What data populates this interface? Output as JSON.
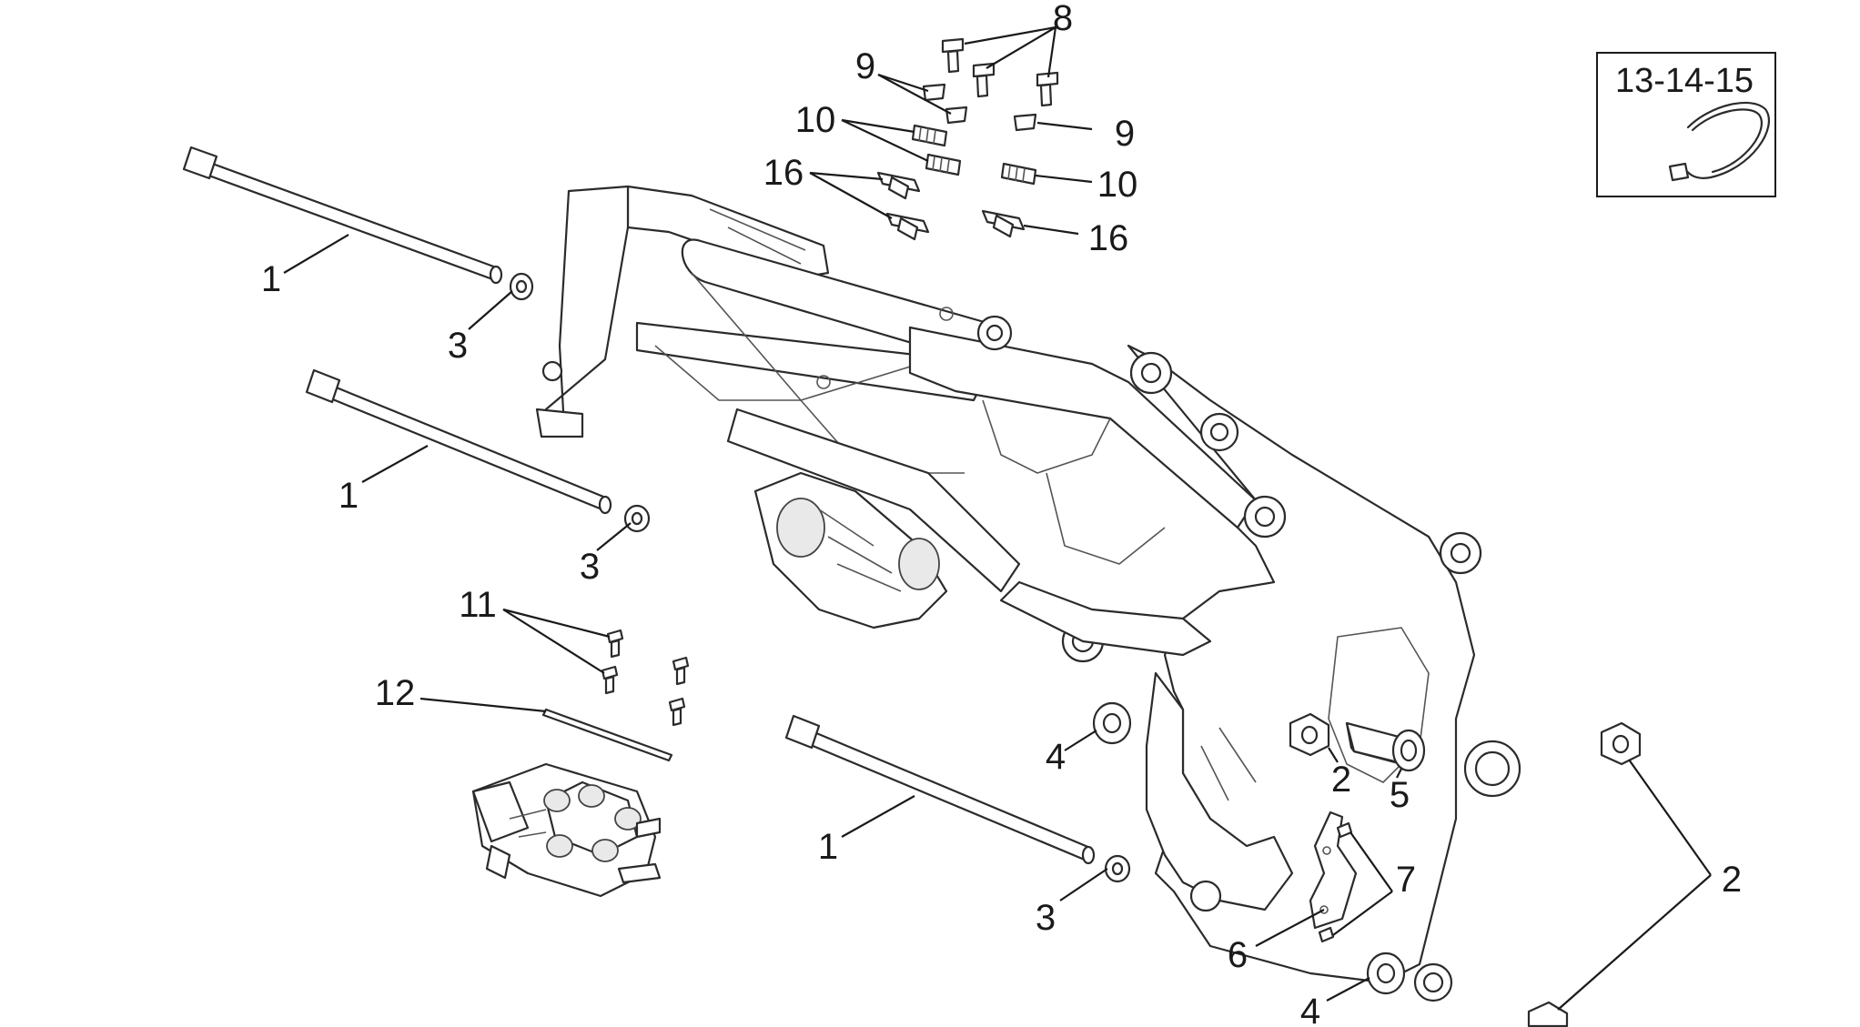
{
  "callouts": {
    "c1a": "1",
    "c1b": "1",
    "c1c": "1",
    "c2a": "2",
    "c2b": "2",
    "c3a": "3",
    "c3b": "3",
    "c3c": "3",
    "c4a": "4",
    "c4b": "4",
    "c5": "5",
    "c6": "6",
    "c7": "7",
    "c8": "8",
    "c9a": "9",
    "c9b": "9",
    "c10a": "10",
    "c10b": "10",
    "c11": "11",
    "c12": "12",
    "c16a": "16",
    "c16b": "16"
  },
  "inset": {
    "label": "13-14-15"
  }
}
